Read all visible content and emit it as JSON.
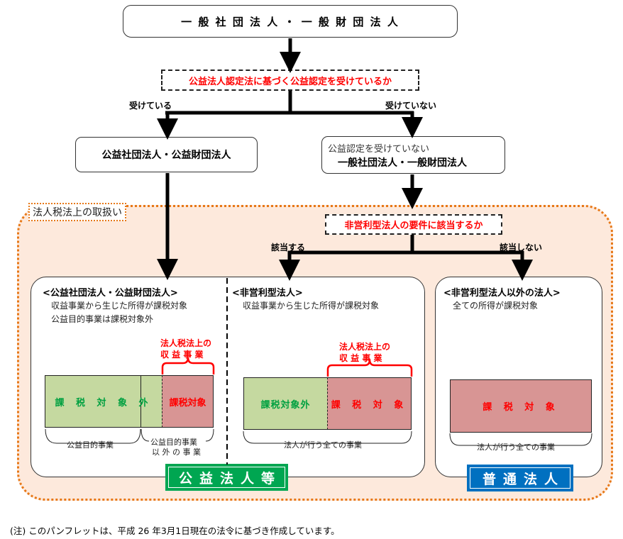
{
  "top_box": {
    "title": "一 般 社 団 法 人 ・ 一 般 財 団 法 人"
  },
  "question1": {
    "text": "公益法人認定法に基づく公益認定を受けているか"
  },
  "branch1": {
    "yes_label": "受けている",
    "no_label": "受けていない"
  },
  "public_box": {
    "title": "公益社団法人・公益財団法人"
  },
  "general_box": {
    "subtitle": "公益認定を受けていない",
    "title": "一般社団法人・一般財団法人"
  },
  "region": {
    "tag": "法人税法上の取扱い"
  },
  "question2": {
    "text": "非営利型法人の要件に該当するか"
  },
  "branch2": {
    "yes_label": "該当する",
    "no_label": "該当しない"
  },
  "panel_public": {
    "title": "<公益社団法人・公益財団法人>",
    "line1": "収益事業から生じた所得が課税対象",
    "line2": "公益目的事業は課税対象外",
    "bracket_label_line1": "法人税法上の",
    "bracket_label_line2": "収 益 事 業",
    "bar_nontaxable": "課 税 対 象 外",
    "bar_taxable": "課税対象",
    "caption_left": "公益目的事業",
    "caption_right_line1": "公益目的事業",
    "caption_right_line2": "以 外 の 事 業"
  },
  "panel_nonprofit": {
    "title": "<非営利型法人>",
    "line1": "収益事業から生じた所得が課税対象",
    "bracket_label_line1": "法人税法上の",
    "bracket_label_line2": "収 益 事 業",
    "bar_nontaxable": "課税対象外",
    "bar_taxable": "課 税 対 象",
    "caption": "法人が行う全ての事業"
  },
  "panel_other": {
    "title": "<非営利型法人以外の法人>",
    "line1": "全ての所得が課税対象",
    "bar_taxable": "課 税 対 象",
    "caption": "法人が行う全ての事業"
  },
  "badges": {
    "public": {
      "label": "公益法人等",
      "color": "#00a651"
    },
    "ordinary": {
      "label": "普通法人",
      "color": "#0070c0"
    }
  },
  "footnote": "(注) このパンフレットは、平成 26 年3月1日現在の法令に基づき作成しています。"
}
